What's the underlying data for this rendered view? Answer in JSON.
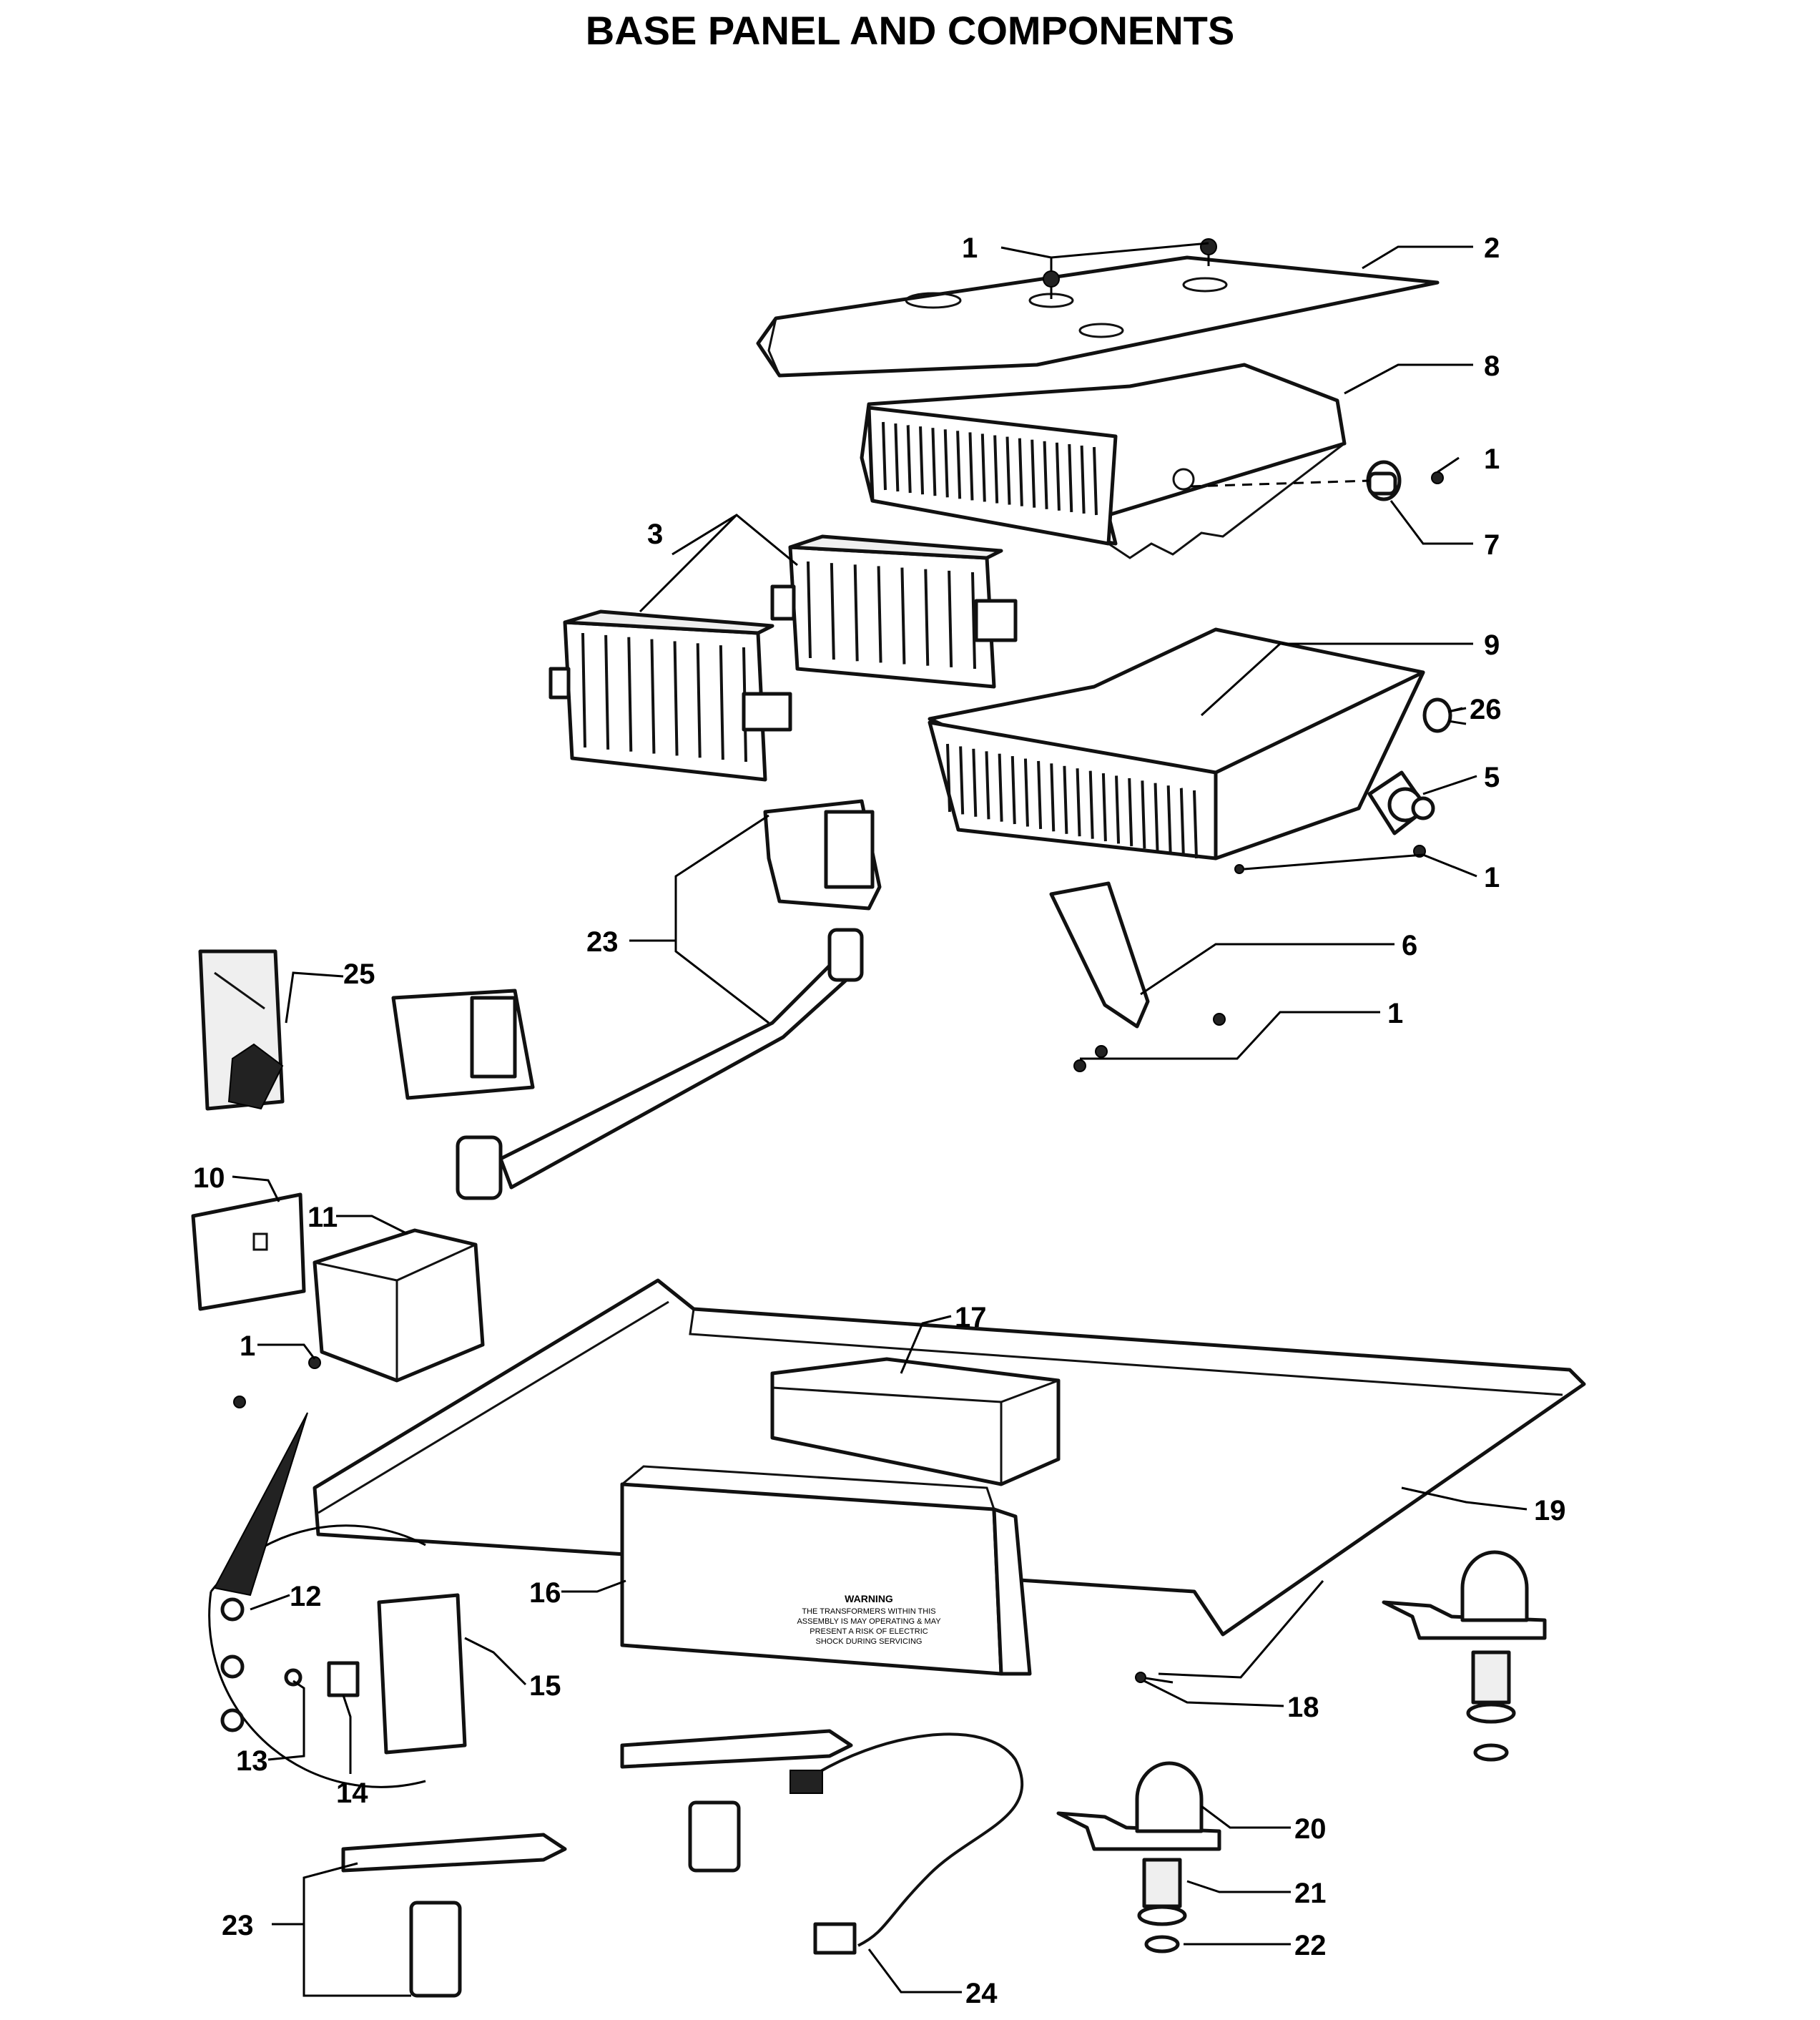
{
  "title": "BASE PANEL AND COMPONENTS",
  "callouts": {
    "c1a": "1",
    "c2": "2",
    "c8": "8",
    "c1b": "1",
    "c7": "7",
    "c3": "3",
    "c9": "9",
    "c26": "26",
    "c5": "5",
    "c1c": "1",
    "c23a": "23",
    "c6": "6",
    "c25": "25",
    "c1d": "1",
    "c10": "10",
    "c11": "11",
    "c1e": "1",
    "c17": "17",
    "c19": "19",
    "c12": "12",
    "c16": "16",
    "c15": "15",
    "c13": "13",
    "c14": "14",
    "c18": "18",
    "c20": "20",
    "c21": "21",
    "c22": "22",
    "c23b": "23",
    "c24": "24"
  },
  "warning_plate": {
    "heading": "WARNING",
    "lines": [
      "THE TRANSFORMERS WITHIN THIS",
      "ASSEMBLY IS MAY OPERATING & MAY",
      "PRESENT A RISK OF ELECTRIC",
      "SHOCK DURING SERVICING"
    ]
  }
}
